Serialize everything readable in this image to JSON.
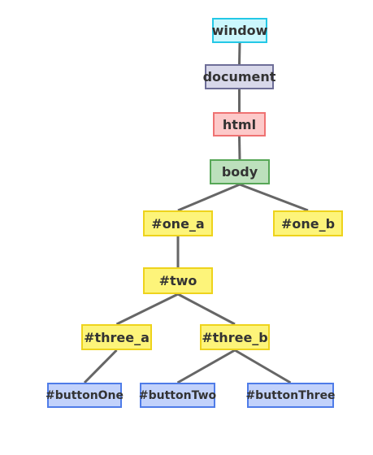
{
  "diagram": {
    "colors": {
      "edge": "#666666",
      "window_fill": "#cbf7fd",
      "window_border": "#23c8e6",
      "document_fill": "#d8d8ea",
      "document_border": "#6e6e98",
      "html_fill": "#fdc9c9",
      "html_border": "#ef7272",
      "body_fill": "#bce0bc",
      "body_border": "#57a757",
      "element_fill": "#fdf47a",
      "element_border": "#eed31c",
      "button_fill": "#c2d2fb",
      "button_border": "#4f7ce8"
    },
    "nodes": {
      "window": "window",
      "document": "document",
      "html": "html",
      "body": "body",
      "one_a": "#one_a",
      "one_b": "#one_b",
      "two": "#two",
      "three_a": "#three_a",
      "three_b": "#three_b",
      "buttonOne": "#buttonOne",
      "buttonTwo": "#buttonTwo",
      "buttonThree": "#buttonThree"
    },
    "edges": [
      [
        "window",
        "document"
      ],
      [
        "document",
        "html"
      ],
      [
        "html",
        "body"
      ],
      [
        "body",
        "one_a"
      ],
      [
        "body",
        "one_b"
      ],
      [
        "one_a",
        "two"
      ],
      [
        "two",
        "three_a"
      ],
      [
        "two",
        "three_b"
      ],
      [
        "three_a",
        "buttonOne"
      ],
      [
        "three_b",
        "buttonTwo"
      ],
      [
        "three_b",
        "buttonThree"
      ]
    ]
  }
}
